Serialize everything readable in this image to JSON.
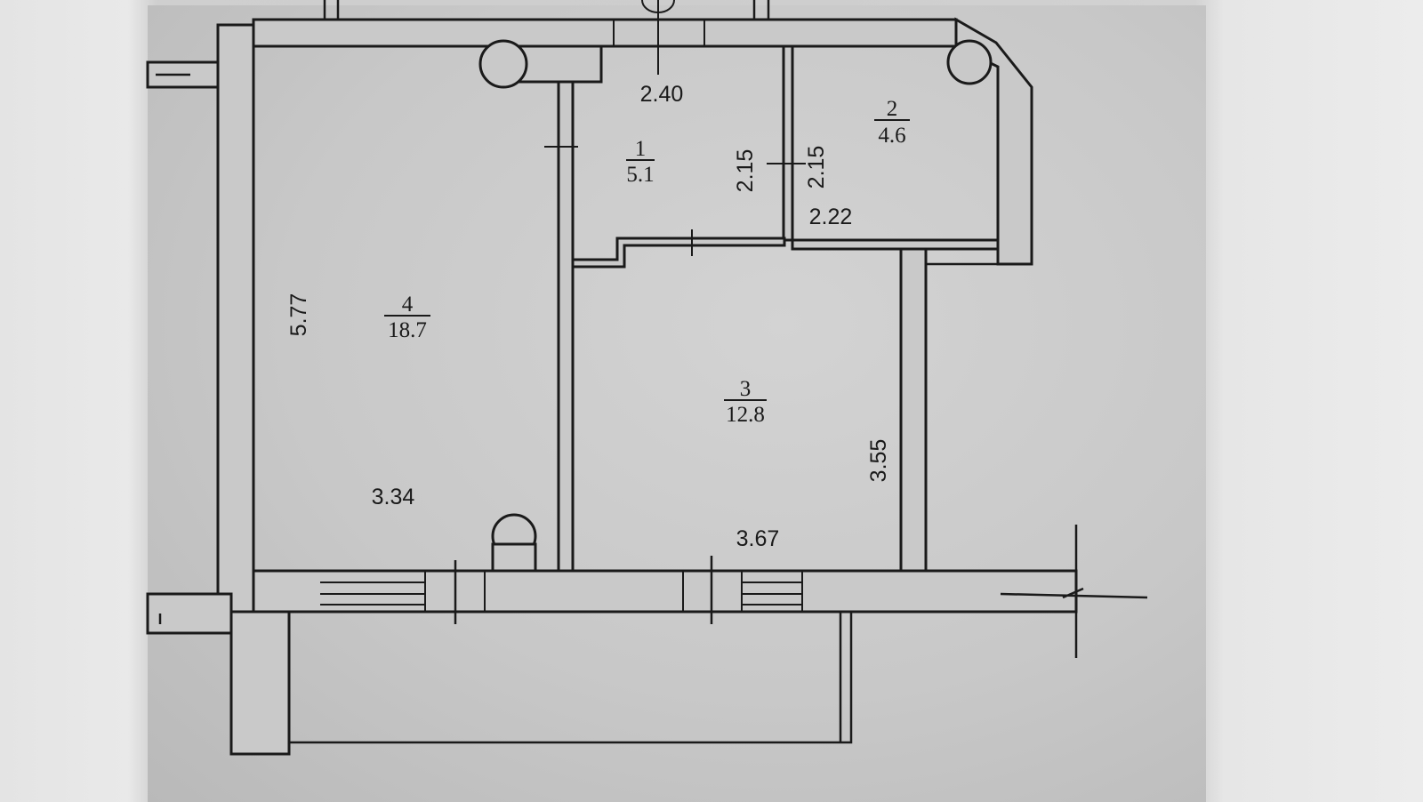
{
  "rooms": [
    {
      "number": "1",
      "area": "5.1"
    },
    {
      "number": "2",
      "area": "4.6"
    },
    {
      "number": "3",
      "area": "12.8"
    },
    {
      "number": "4",
      "area": "18.7"
    }
  ],
  "dimensions": {
    "room1_width": "2.40",
    "room1_height": "2.15",
    "room2_height": "2.15",
    "room2_width": "2.22",
    "room4_height": "5.77",
    "room4_width": "3.34",
    "room3_height": "3.55",
    "room3_width": "3.67"
  }
}
